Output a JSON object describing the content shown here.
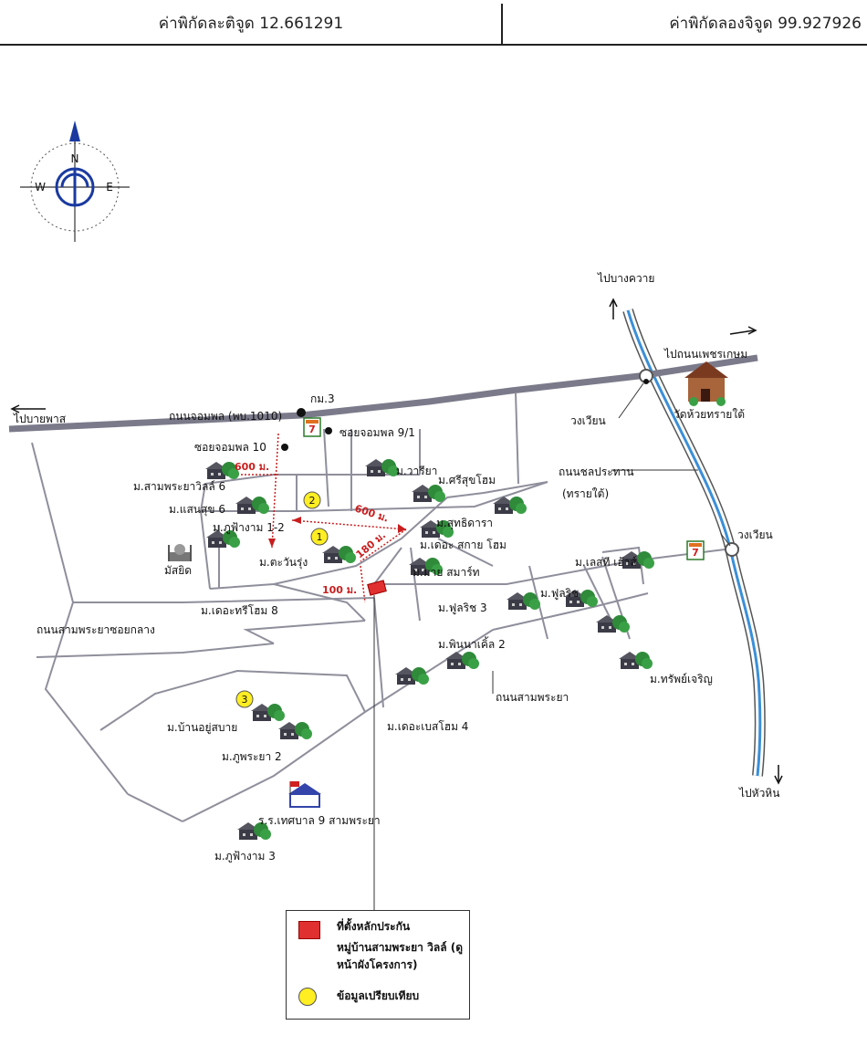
{
  "header": {
    "latitude": "ค่าพิกัดละติจูด 12.661291",
    "longitude": "ค่าพิกัดลองจิจูด 99.927926"
  },
  "compass": {
    "north": "N",
    "west": "W",
    "east": "E"
  },
  "labels": {
    "to_bang_khwai": "ไปบางควาย",
    "to_phetkasem": "ไปถนนเพชรเกษม",
    "to_bai_phat": "ไปบายพาส",
    "road_chomphon": "ถนนจอมพล (พบ.1010)",
    "km3": "กม.3",
    "soi_chomphon_9_1": "ซอยจอมพล 9/1",
    "soi_chomphon_10": "ซอยจอมพล 10",
    "wongwian_1": "วงเวียน",
    "wat_huai_sai_tai": "วัดห้วยทรายใต้",
    "road_chonprathan_1": "ถนนชลประทาน",
    "road_chonprathan_2": "(ทรายใต้)",
    "wongwian_2": "วงเวียน",
    "to_hua_hin": "ไปหัวหิน",
    "m_sampraya_villa_6": "ม.สามพระยาวิลล์ 6",
    "m_waraya": "ม.วารียา",
    "m_srisuk_home": "ม.ศรีสุขโฮม",
    "m_saensuk_6": "ม.แสนสุข 6",
    "m_phufangam_1_2": "ม.ภูฟ้างาม 1-2",
    "m_suthidara": "ม.สุทธิดารา",
    "m_the_sky_home": "ม.เดอะ สกาย โฮม",
    "m_tawanrung": "ม.ตะวันรุ่ง",
    "m_my_smart": "ม.มาย สมาร์ท",
    "mosque": "มัสยิด",
    "m_the_tree_home_8": "ม.เดอะทรีโฮม 8",
    "m_full_rich_3": "ม.ฟูลริช 3",
    "m_full_rich": "ม.ฟูลริช",
    "m_lesthe_house": "ม.เลสที เฮ้าส์",
    "road_sampraya_soi_klang": "ถนนสามพระยาซอยกลาง",
    "m_pinnacle_2": "ม.พินนาเคิ้ล 2",
    "m_sapcharoen": "ม.ทรัพย์เจริญ",
    "road_sampraya": "ถนนสามพระยา",
    "m_ban_yu_sabai": "ม.บ้านอยู่สบาย",
    "m_phupraya_2": "ม.ภูพระยา 2",
    "m_the_best_home_4": "ม.เดอะเบสโฮม 4",
    "school": "ร.ร.เทศบาล 9 สามพระยา",
    "m_phufangam_3": "ม.ภูฟ้างาม 3"
  },
  "distances": {
    "d600a": "600 ม.",
    "d600b": "600 ม.",
    "d180": "180 ม.",
    "d100": "100 ม."
  },
  "markers": {
    "c1": "1",
    "c2": "2",
    "c3": "3"
  },
  "legend": {
    "item1": "ที่ตั้งหลักประกัน",
    "item2": "หมู่บ้านสามพระยา วิลล์ (ดูหน้าผังโครงการ)",
    "item3": "ข้อมูลเปรียบเทียบ"
  },
  "colors": {
    "road": "#8f8f9c",
    "main_road": "#7a7a8a",
    "canal": "#3a8fd8",
    "collateral": "#e03030",
    "comparable": "#ffee22",
    "distance": "#c81e1e",
    "tree": "#2f8a3a"
  }
}
